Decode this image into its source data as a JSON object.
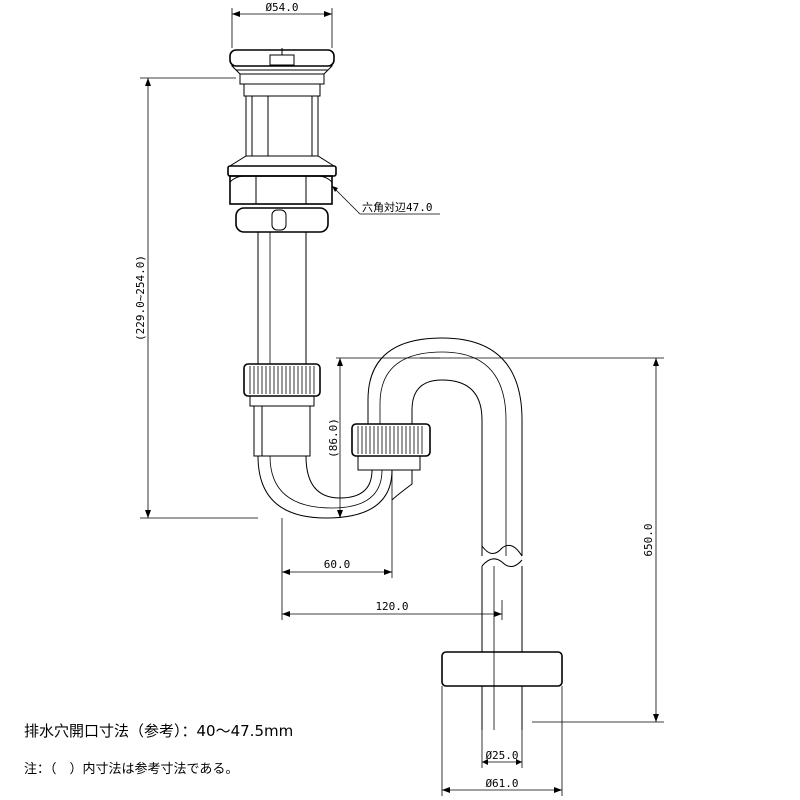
{
  "dimensions": {
    "top_diameter": "Ø54.0",
    "hex_width": "六角対辺47.0",
    "height_range": "(229.0~254.0)",
    "trap_depth": "(86.0)",
    "offset_60": "60.0",
    "offset_120": "120.0",
    "height_650": "650.0",
    "pipe_diameter": "Ø25.0",
    "flange_diameter": "Ø61.0"
  },
  "notes": {
    "opening_size": "排水穴開口寸法（参考）：40〜47.5mm",
    "inner_dimension_note": "注：（　）内寸法は参考寸法である。"
  }
}
